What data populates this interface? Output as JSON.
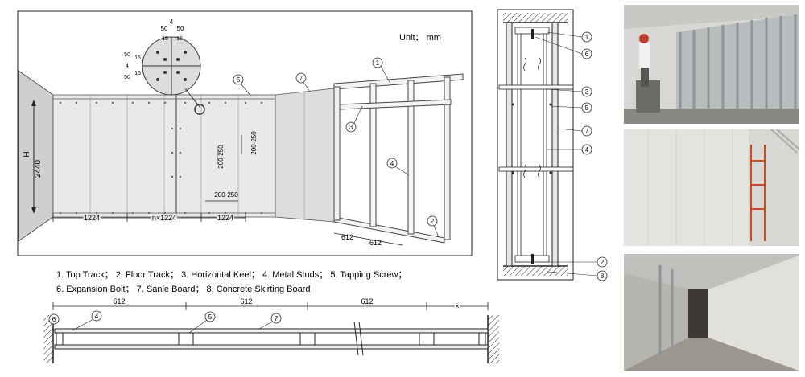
{
  "unit_label": "Unit： mm",
  "legend": {
    "line1": "1. Top Track； 2. Floor Track； 3. Horizontal Keel； 4. Metal Studs； 5. Tapping Screw；",
    "line2": "6. Expansion Bolt； 7. Sanle Board； 8. Concrete Skirting Board"
  },
  "perspective": {
    "height_label": "H",
    "height_value": "2440",
    "dim_1224_a": "1224",
    "dim_n1224": "n×1224",
    "dim_1224_b": "1224",
    "screw_vert_1": "200-250",
    "screw_vert_2": "200-250",
    "screw_horiz": "200-250",
    "stud_spacing_1": "612",
    "stud_spacing_2": "612",
    "callouts": [
      "1",
      "3",
      "4",
      "5",
      "7",
      "2"
    ]
  },
  "detail_circle": {
    "top_dims": [
      "4",
      "50",
      "50",
      "15",
      "15"
    ],
    "side_dims": [
      "50",
      "15",
      "4",
      "15",
      "50"
    ]
  },
  "section": {
    "callouts": [
      "1",
      "6",
      "3",
      "5",
      "7",
      "4",
      "2",
      "8"
    ]
  },
  "plan": {
    "dims": [
      "612",
      "612",
      "612",
      "×"
    ],
    "callouts": [
      "6",
      "4",
      "5",
      "7"
    ]
  },
  "colors": {
    "line": "#222222",
    "panel": "#e9e9e9",
    "panel_edge": "#d4d4d4",
    "photo_wall": "#e4e3df",
    "photo_ceiling": "#cfcfcc",
    "stud_metal": "#9ea4a8",
    "scaffold": "#c94a1c"
  },
  "photos": [
    {
      "name": "stud-framing-installation"
    },
    {
      "name": "finished-board-wall"
    },
    {
      "name": "corridor-partition"
    }
  ]
}
